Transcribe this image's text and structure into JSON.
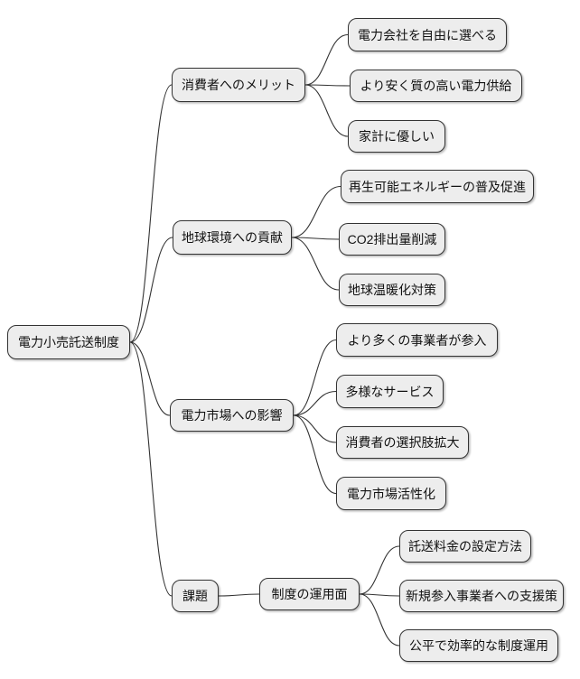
{
  "diagram": {
    "type": "mindmap",
    "root": "電力小売託送制度",
    "branches": [
      {
        "label": "消費者へのメリット",
        "leaves": [
          "電力会社を自由に選べる",
          "より安く質の高い電力供給",
          "家計に優しい"
        ]
      },
      {
        "label": "地球環境への貢献",
        "leaves": [
          "再生可能エネルギーの普及促進",
          "CO2排出量削減",
          "地球温暖化対策"
        ]
      },
      {
        "label": "電力市場への影響",
        "leaves": [
          "より多くの事業者が参入",
          "多様なサービス",
          "消費者の選択肢拡大",
          "電力市場活性化"
        ]
      },
      {
        "label": "課題",
        "sub": {
          "label": "制度の運用面",
          "leaves": [
            "託送料金の設定方法",
            "新規参入事業者への支援策",
            "公平で効率的な制度運用"
          ]
        }
      }
    ]
  },
  "colors": {
    "background": "#ffffff",
    "node_fill": "#ededed",
    "node_border": "#333333",
    "edge": "#333333",
    "text": "#111111"
  }
}
